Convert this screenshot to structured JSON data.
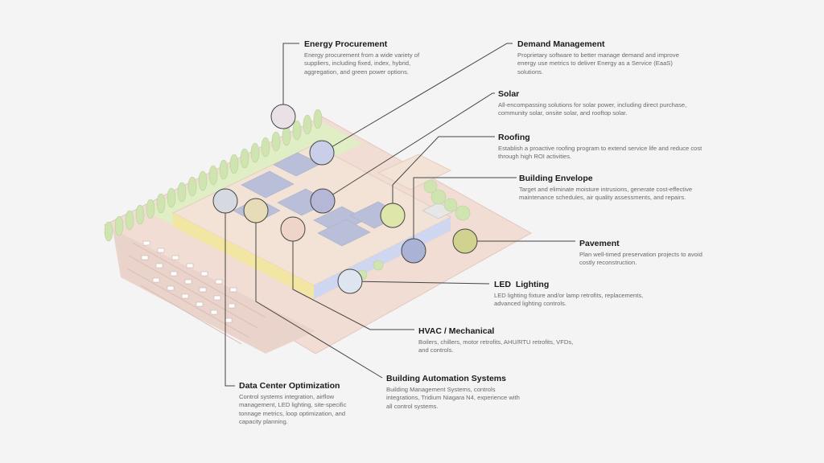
{
  "callouts": {
    "energy_procurement": {
      "title": "Energy Procurement",
      "desc": "Energy procurement from a wide variety of suppliers, including fixed, index, hybrid, aggregation, and green power options."
    },
    "demand_management": {
      "title": "Demand Management",
      "desc": "Proprietary software to better manage demand and improve energy use metrics to deliver Energy as a Service (EaaS) solutions."
    },
    "solar": {
      "title": "Solar",
      "desc": "All-encompassing solutions for solar power, including direct purchase, community solar, onsite solar, and rooftop solar."
    },
    "roofing": {
      "title": "Roofing",
      "desc": "Establish a proactive roofing program to extend service life and reduce cost through high ROI activities."
    },
    "building_envelope": {
      "title": "Building Envelope",
      "desc": "Target and eliminate moisture intrusions, generate cost-effective maintenance schedules, air quality assessments, and repairs."
    },
    "pavement": {
      "title": "Pavement",
      "desc": "Plan well-timed preservation projects to avoid costly reconstruction."
    },
    "led_lighting": {
      "title": "LED  Lighting",
      "desc": "LED lighting fixture and/or lamp retrofits, replacements, advanced lighting controls."
    },
    "hvac": {
      "title": "HVAC / Mechanical",
      "desc": "Boilers, chillers, motor retrofits, AHU/RTU retrofits, VFDs, and controls."
    },
    "bas": {
      "title": "Building Automation Systems",
      "desc": "Building Management Systems, controls integrations, Tridium Niagara N4, experience with all control systems."
    },
    "data_center": {
      "title": "Data Center Optimization",
      "desc": "Control systems integration, airflow management, LED lighting, site-specific tonnage metrics, loop optimization, and capacity planning."
    }
  },
  "colors": {
    "background": "#f4f4f4",
    "leader_line": "#444444",
    "ground": "#f1ddd4",
    "lawn": "#dfeec4",
    "roof": "#f3e3d6",
    "solar_panel": "#b9bfd8",
    "tree": "#cfe4b1",
    "parking_lot": "#ead3cb",
    "building_accent": "#f3e6a3",
    "glass": "#cfd6f0"
  }
}
